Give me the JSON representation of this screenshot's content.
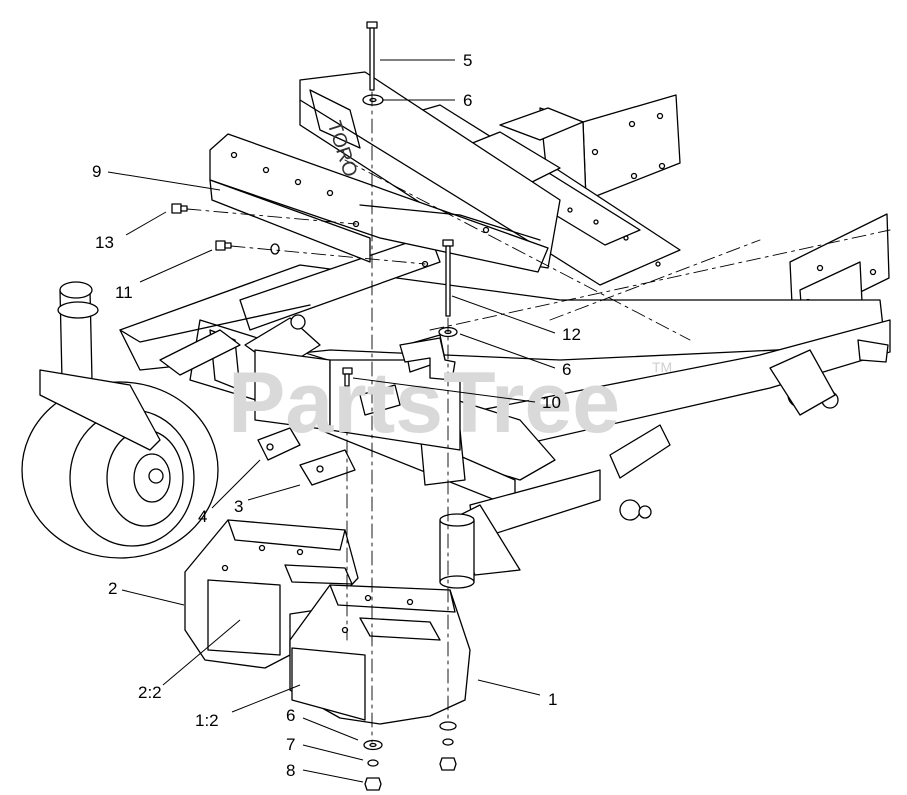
{
  "watermark": {
    "text": "PartsTree",
    "tm": "TM"
  },
  "brand_text": "TORO",
  "callouts": [
    {
      "id": "5",
      "text": "5"
    },
    {
      "id": "6a",
      "text": "6"
    },
    {
      "id": "9",
      "text": "9"
    },
    {
      "id": "13",
      "text": "13"
    },
    {
      "id": "11",
      "text": "11"
    },
    {
      "id": "12",
      "text": "12"
    },
    {
      "id": "6b",
      "text": "6"
    },
    {
      "id": "10",
      "text": "10"
    },
    {
      "id": "4",
      "text": "4"
    },
    {
      "id": "3",
      "text": "3"
    },
    {
      "id": "2",
      "text": "2"
    },
    {
      "id": "2_2",
      "text": "2:2"
    },
    {
      "id": "1",
      "text": "1"
    },
    {
      "id": "1_2",
      "text": "1:2"
    },
    {
      "id": "6c",
      "text": "6"
    },
    {
      "id": "7",
      "text": "7"
    },
    {
      "id": "8",
      "text": "8"
    }
  ]
}
